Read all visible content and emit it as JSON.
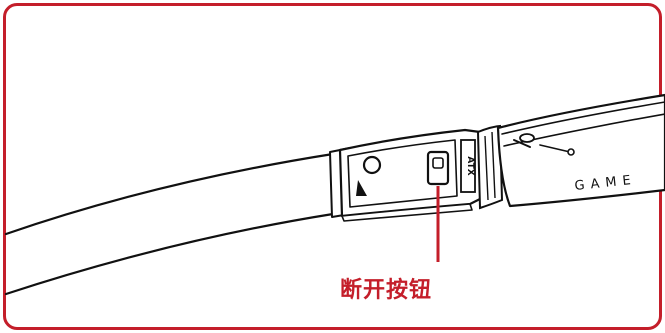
{
  "diagram": {
    "callout_label": "断开按钮",
    "belt_brand_text": "GAME",
    "buckle_brand_text": "ATX",
    "accent_color": "#c41e2a",
    "line_color": "#111111"
  }
}
